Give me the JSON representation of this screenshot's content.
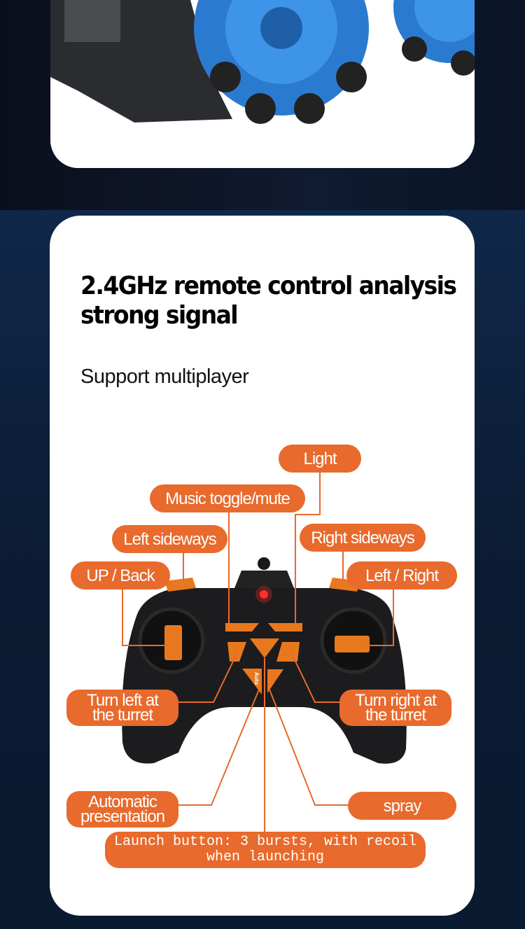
{
  "heading": {
    "line1": "2.4GHz remote control analysis",
    "line2": "strong signal"
  },
  "subheading": "Support multiplayer",
  "labels": {
    "light": "Light",
    "music": "Music toggle/mute",
    "left_sideways": "Left sideways",
    "right_sideways": "Right sideways",
    "up_back": "UP / Back",
    "left_right": "Left / Right",
    "turn_left_1": "Turn left at",
    "turn_left_2": "the turret",
    "turn_right_1": "Turn right at",
    "turn_right_2": "the turret",
    "auto_1": "Automatic",
    "auto_2": "presentation",
    "spray": "spray",
    "launch_1": "Launch button: 3 bursts, with recoil",
    "launch_2": "when launching",
    "auto_button": "Auto"
  },
  "colors": {
    "accent": "#e86a2c",
    "wheel": "#2f7fd0",
    "background": "#0b1526"
  }
}
